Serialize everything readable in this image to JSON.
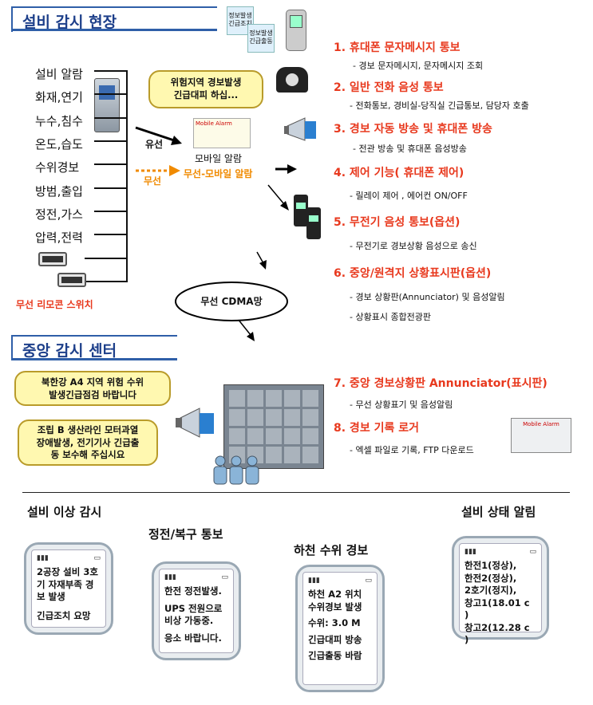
{
  "sections": {
    "field": "설비 감시 현장",
    "center": "중앙 감시 센터"
  },
  "categories": [
    "설비 알람",
    "화재,연기",
    "누수,침수",
    "온도,습도",
    "수위경보",
    "방범,출입",
    "정전,가스",
    "압력,전력"
  ],
  "remote_switch": "무선 리모콘 스위치",
  "alert_bubble": {
    "line1": "위험지역 경보발생",
    "line2": "긴급대피 하십..."
  },
  "device": {
    "wired": "유선",
    "wireless": "무선",
    "mobile_alarm": "모바일 알람",
    "wireless_mobile_alarm": "무선-모바일 알람",
    "cdma": "무선 CDMA망",
    "panel_label": "Mobile Alarm"
  },
  "phone_icon_labels": {
    "a1": "정보발생",
    "a2": "긴급조치",
    "b1": "정보발생",
    "b2": "긴급출동"
  },
  "features": [
    {
      "title": "1. 휴대폰 문자메시지 통보",
      "subs": [
        "- 경보 문자메시지, 문자메시지 조회"
      ]
    },
    {
      "title": "2. 일반 전화 음성 통보",
      "subs": [
        "- 전화통보, 경비실-당직실 긴급통보, 담당자 호출"
      ]
    },
    {
      "title": "3. 경보 자동 방송 및 휴대폰 방송",
      "subs": [
        "- 전관 방송 및 휴대폰 음성방송"
      ]
    },
    {
      "title": "4. 제어 기능( 휴대폰 제어)",
      "subs": [
        "- 릴레이 제어 , 에어컨 ON/OFF"
      ]
    },
    {
      "title": "5. 무전기 음성 통보(옵션)",
      "subs": [
        "- 무전기로 경보상황 음성으로 송신"
      ]
    },
    {
      "title": "6. 중앙/원격지 상황표시판(옵션)",
      "subs": [
        "- 경보 상황판(Annunciator) 및 음성알림",
        "- 상황표시 종합전광판"
      ]
    },
    {
      "title": "7. 중앙 경보상황판 Annunciator(표시판)",
      "subs": [
        "- 무선 상황표기 및 음성알림"
      ]
    },
    {
      "title": "8. 경보 기록 로거",
      "subs": [
        "- 엑셀 파일로 기록, FTP 다운로드"
      ]
    }
  ],
  "center_bubbles": {
    "b1": {
      "line1": "북한강 A4 지역 위험 수위",
      "line2": "발생긴급점검 바랍니다"
    },
    "b2": {
      "line1": "조립 B 생산라인 모터과열",
      "line2": "장애발생, 전기기사 긴급출",
      "line3": "동 보수해 주십시요"
    }
  },
  "phones": [
    {
      "title": "설비 이상 감시",
      "lines": [
        "2공장 설비 3호",
        "기 자재부족 경",
        "보 발생",
        "",
        "긴급조치 요망"
      ]
    },
    {
      "title": "정전/복구 통보",
      "lines": [
        "한전 정전발생.",
        "",
        "UPS 전원으로",
        "비상 가동중.",
        "",
        "응소 바랍니다."
      ]
    },
    {
      "title": "하천 수위 경보",
      "lines": [
        "하천 A2 위치",
        "수위경보 발생",
        "",
        "수위: 3.0 M",
        "",
        "긴급대피 방송",
        "",
        "긴급출동 바람"
      ]
    },
    {
      "title": "설비 상태 알림",
      "lines": [
        "한전1(정상),",
        "한전2(정상),",
        "2호기(정지),",
        "창고1(18.01 c )",
        "창고2(12.28 c )"
      ]
    }
  ],
  "colors": {
    "accent": "#2f5fa8",
    "feature": "#e8391e",
    "bubble": "#fff8b0",
    "orange": "#f08a00"
  }
}
